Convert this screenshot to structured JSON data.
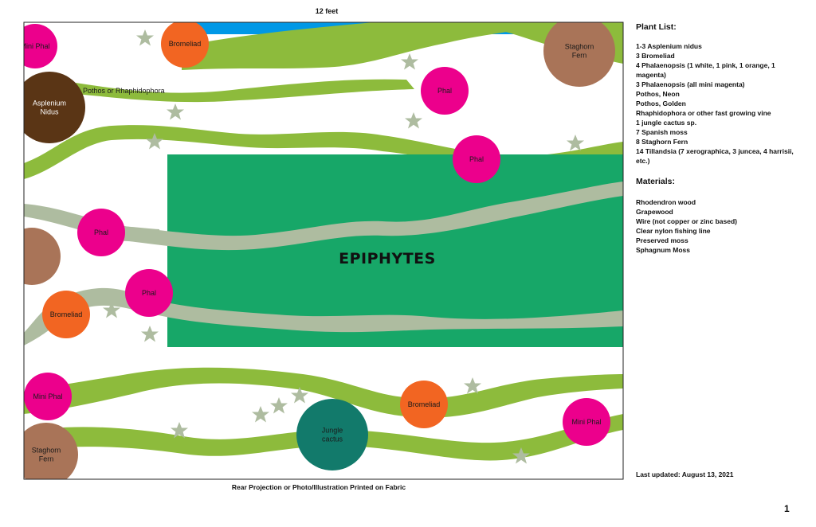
{
  "diagram": {
    "dimension_label": "12 feet",
    "center_label": "EPIPHYTES",
    "backdrop_caption": "Rear Projection or Photo/Illustration Printed on Fabric",
    "vine_label": "Pothos or  Rhaphidophora",
    "plants": [
      {
        "id": "mini-phal-top-left",
        "kind": "mini-phal",
        "lines": [
          "Mini Phal"
        ]
      },
      {
        "id": "bromeliad-top",
        "kind": "bromeliad",
        "lines": [
          "Bromeliad"
        ]
      },
      {
        "id": "staghorn-top-right",
        "kind": "staghorn",
        "lines": [
          "Staghorn",
          "Fern"
        ]
      },
      {
        "id": "asplenium-nidus",
        "kind": "asplenium",
        "lines": [
          "Asplenium",
          "Nidus"
        ]
      },
      {
        "id": "phal-upper-mid",
        "kind": "phal",
        "lines": [
          "Phal"
        ]
      },
      {
        "id": "phal-upper-right",
        "kind": "phal",
        "lines": [
          "Phal"
        ]
      },
      {
        "id": "phal-mid-left",
        "kind": "phal",
        "lines": [
          "Phal"
        ]
      },
      {
        "id": "staghorn-mid-left",
        "kind": "staghorn",
        "lines": []
      },
      {
        "id": "phal-lower-left",
        "kind": "phal",
        "lines": [
          "Phal"
        ]
      },
      {
        "id": "bromeliad-left",
        "kind": "bromeliad",
        "lines": [
          "Bromeliad"
        ]
      },
      {
        "id": "mini-phal-bottom-left",
        "kind": "mini-phal",
        "lines": [
          "Mini Phal"
        ]
      },
      {
        "id": "bromeliad-bottom",
        "kind": "bromeliad",
        "lines": [
          "Bromeliad"
        ]
      },
      {
        "id": "mini-phal-bottom-right",
        "kind": "mini-phal",
        "lines": [
          "Mini Phal"
        ]
      },
      {
        "id": "jungle-cactus",
        "kind": "jungle-cactus",
        "lines": [
          "Jungle",
          "cactus"
        ]
      },
      {
        "id": "staghorn-bottom-left",
        "kind": "staghorn",
        "lines": [
          "Staghorn",
          "Fern"
        ]
      }
    ]
  },
  "colors": {
    "phal": "#ec008c",
    "bromeliad": "#f26522",
    "staghorn": "#a97458",
    "asplenium": "#5a3515",
    "jungle_cactus": "#127a6b",
    "vine_green": "#8dbb3c",
    "branch_gray": "#aebca0",
    "epiphyte_panel": "#17a768",
    "water_blue": "#0098e6",
    "star": "#aebca0"
  },
  "plant_list": {
    "heading": "Plant List:",
    "items": [
      "1-3 Asplenium nidus",
      "3 Bromeliad",
      "4 Phalaenopsis (1 white, 1 pink, 1 orange, 1 magenta)",
      "3 Phalaenopsis (all mini magenta)",
      "Pothos, Neon",
      "Pothos, Golden",
      "Rhaphidophora or other fast growing vine",
      "1 jungle cactus sp.",
      "7 Spanish moss",
      "8 Staghorn Fern",
      "14 Tillandsia (7 xerographica, 3 juncea,  4 harrisii, etc.)"
    ]
  },
  "materials": {
    "heading": "Materials:",
    "items": [
      "Rhodendron wood",
      "Grapewood",
      "Wire (not copper or zinc based)",
      "Clear nylon fishing line",
      "Preserved moss",
      "Sphagnum Moss"
    ]
  },
  "last_updated": "Last updated: August 13, 2021",
  "page_number": "1"
}
